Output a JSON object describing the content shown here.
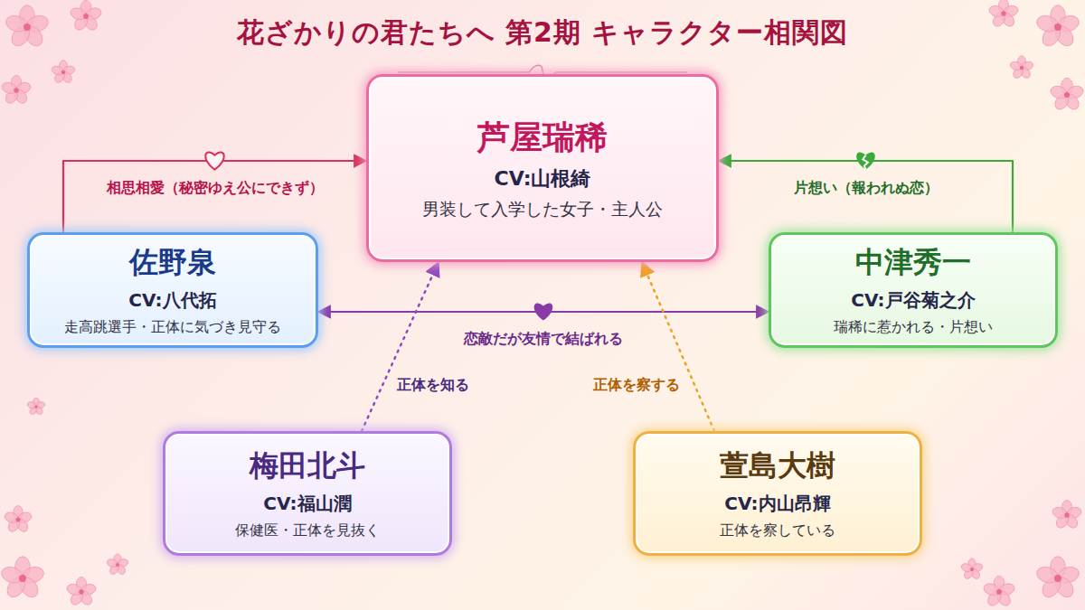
{
  "diagram": {
    "title": "花ざかりの君たちへ 第2期 キャラクター相関図",
    "nodes": [
      {
        "text": [
          "芦屋瑞稀",
          "CV:山根綺",
          "男装して入学した女子・主人公"
        ]
      },
      {
        "text": [
          "佐野泉",
          "CV:八代拓",
          "走高跳選手・正体に気づき見守る"
        ]
      },
      {
        "text": [
          "中津秀一",
          "CV:戸谷菊之介",
          "瑞稀に惹かれる・片想い"
        ]
      },
      {
        "text": [
          "梅田北斗",
          "CV:福山潤",
          "保健医・正体を見抜く"
        ]
      },
      {
        "text": [
          "萱島大樹",
          "CV:内山昂輝",
          "正体を察している"
        ]
      }
    ],
    "edges": [
      {
        "from": 1,
        "to": 0,
        "label": "相思相愛（秘密ゆえ公にできず）",
        "arrow": "to"
      },
      {
        "from": 2,
        "to": 0,
        "label": "片想い（報われぬ恋）",
        "arrow": "to"
      },
      {
        "from": 1,
        "to": 2,
        "label": "恋敵だが友情で結ばれる",
        "arrow": "both"
      },
      {
        "from": 3,
        "to": 0,
        "label": "正体を知る",
        "arrow": "to"
      },
      {
        "from": 4,
        "to": 0,
        "label": "正体を察する",
        "arrow": "to"
      }
    ]
  }
}
